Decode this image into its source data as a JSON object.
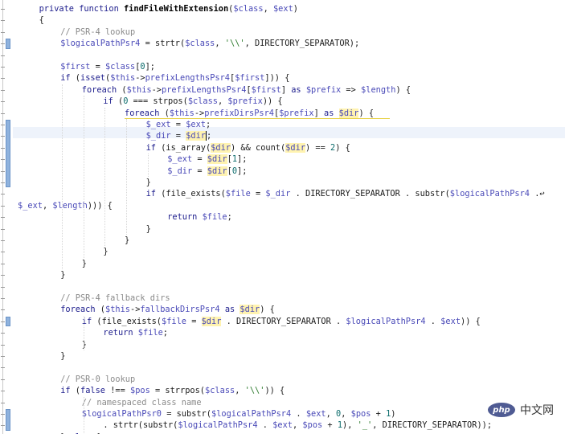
{
  "editor": {
    "lines": [
      {
        "indent": 1,
        "tokens": [
          [
            "kw",
            "private function "
          ],
          [
            "bold",
            "findFileWithExtension"
          ],
          [
            "",
            "("
          ],
          [
            "var",
            "$class"
          ],
          [
            "",
            ", "
          ],
          [
            "var",
            "$ext"
          ],
          [
            "",
            ")"
          ]
        ]
      },
      {
        "indent": 1,
        "tokens": [
          [
            "",
            "{"
          ]
        ]
      },
      {
        "indent": 2,
        "tokens": [
          [
            "cmt",
            "// PSR-4 lookup"
          ]
        ]
      },
      {
        "indent": 2,
        "tokens": [
          [
            "var",
            "$logicalPathPsr4"
          ],
          [
            "",
            " = strtr("
          ],
          [
            "var",
            "$class"
          ],
          [
            "",
            ", "
          ],
          [
            "str",
            "'\\\\'"
          ],
          [
            "",
            ", DIRECTORY_SEPARATOR);"
          ]
        ]
      },
      {
        "indent": 0,
        "tokens": []
      },
      {
        "indent": 2,
        "tokens": [
          [
            "var",
            "$first"
          ],
          [
            "",
            " = "
          ],
          [
            "var",
            "$class"
          ],
          [
            "",
            "["
          ],
          [
            "num",
            "0"
          ],
          [
            "",
            "];"
          ]
        ]
      },
      {
        "indent": 2,
        "tokens": [
          [
            "kw",
            "if"
          ],
          [
            "",
            " ("
          ],
          [
            "kw",
            "isset"
          ],
          [
            "",
            "("
          ],
          [
            "var",
            "$this"
          ],
          [
            "",
            "->"
          ],
          [
            "var",
            "prefixLengthsPsr4"
          ],
          [
            "",
            "["
          ],
          [
            "var",
            "$first"
          ],
          [
            "",
            "])) {"
          ]
        ]
      },
      {
        "indent": 3,
        "tokens": [
          [
            "kw",
            "foreach"
          ],
          [
            "",
            " ("
          ],
          [
            "var",
            "$this"
          ],
          [
            "",
            "->"
          ],
          [
            "var",
            "prefixLengthsPsr4"
          ],
          [
            "",
            "["
          ],
          [
            "var",
            "$first"
          ],
          [
            "",
            "] "
          ],
          [
            "kw",
            "as"
          ],
          [
            "",
            "",
            " "
          ],
          [
            "var",
            "$prefix"
          ],
          [
            "",
            " => "
          ],
          [
            "var",
            "$length"
          ],
          [
            "",
            ") {"
          ]
        ]
      },
      {
        "indent": 4,
        "tokens": [
          [
            "kw",
            "if"
          ],
          [
            "",
            " ("
          ],
          [
            "num",
            "0"
          ],
          [
            "",
            " === strpos("
          ],
          [
            "var",
            "$class"
          ],
          [
            "",
            ", "
          ],
          [
            "var",
            "$prefix"
          ],
          [
            "",
            ")) {"
          ]
        ]
      },
      {
        "indent": 5,
        "tokens": [
          [
            "kw",
            "foreach"
          ],
          [
            "",
            " ("
          ],
          [
            "var",
            "$this"
          ],
          [
            "",
            "->"
          ],
          [
            "var",
            "prefixDirsPsr4"
          ],
          [
            "",
            "["
          ],
          [
            "var",
            "$prefix"
          ],
          [
            "",
            "] "
          ],
          [
            "kw",
            "as"
          ],
          [
            "",
            " "
          ],
          [
            "var hl",
            "$dir"
          ],
          [
            "",
            ") {"
          ]
        ]
      },
      {
        "indent": 6,
        "tokens": [
          [
            "var",
            "$_ext"
          ],
          [
            "",
            " = "
          ],
          [
            "var",
            "$ext"
          ],
          [
            "",
            ";"
          ]
        ]
      },
      {
        "indent": 6,
        "tokens": [
          [
            "var",
            "$_dir"
          ],
          [
            "",
            " = "
          ],
          [
            "var hl",
            "$dir"
          ],
          [
            "cursor",
            ""
          ],
          [
            "",
            ";"
          ]
        ]
      },
      {
        "indent": 6,
        "tokens": [
          [
            "kw",
            "if"
          ],
          [
            "",
            " (is_array("
          ],
          [
            "var hl",
            "$dir"
          ],
          [
            "",
            ") && count("
          ],
          [
            "var hl",
            "$dir"
          ],
          [
            "",
            ") == "
          ],
          [
            "num",
            "2"
          ],
          [
            "",
            ") {"
          ]
        ]
      },
      {
        "indent": 7,
        "tokens": [
          [
            "var",
            "$_ext"
          ],
          [
            "",
            " = "
          ],
          [
            "var hl",
            "$dir"
          ],
          [
            "",
            "["
          ],
          [
            "num",
            "1"
          ],
          [
            "",
            "];"
          ]
        ]
      },
      {
        "indent": 7,
        "tokens": [
          [
            "var",
            "$_dir"
          ],
          [
            "",
            " = "
          ],
          [
            "var hl",
            "$dir"
          ],
          [
            "",
            "["
          ],
          [
            "num",
            "0"
          ],
          [
            "",
            "];"
          ]
        ]
      },
      {
        "indent": 6,
        "tokens": [
          [
            "",
            "}"
          ]
        ]
      },
      {
        "indent": 6,
        "tokens": [
          [
            "kw",
            "if"
          ],
          [
            "",
            " (file_exists("
          ],
          [
            "var",
            "$file"
          ],
          [
            "",
            " = "
          ],
          [
            "var",
            "$_dir"
          ],
          [
            "",
            " . DIRECTORY_SEPARATOR . substr("
          ],
          [
            "var",
            "$logicalPathPsr4"
          ],
          [
            "",
            " .↩"
          ]
        ]
      },
      {
        "indent": 0,
        "tokens": [
          [
            "var",
            "$_ext"
          ],
          [
            "",
            ", "
          ],
          [
            "var",
            "$length"
          ],
          [
            "",
            ")))"
          ],
          [
            "",
            " {"
          ]
        ]
      },
      {
        "indent": 7,
        "tokens": [
          [
            "kw",
            "return"
          ],
          [
            "",
            " "
          ],
          [
            "var",
            "$file"
          ],
          [
            "",
            ";"
          ]
        ]
      },
      {
        "indent": 6,
        "tokens": [
          [
            "",
            "}"
          ]
        ]
      },
      {
        "indent": 5,
        "tokens": [
          [
            "",
            "}"
          ]
        ]
      },
      {
        "indent": 4,
        "tokens": [
          [
            "",
            "}"
          ]
        ]
      },
      {
        "indent": 3,
        "tokens": [
          [
            "",
            "}"
          ]
        ]
      },
      {
        "indent": 2,
        "tokens": [
          [
            "",
            "}"
          ]
        ]
      },
      {
        "indent": 0,
        "tokens": []
      },
      {
        "indent": 2,
        "tokens": [
          [
            "cmt",
            "// PSR-4 fallback dirs"
          ]
        ]
      },
      {
        "indent": 2,
        "tokens": [
          [
            "kw",
            "foreach"
          ],
          [
            "",
            " ("
          ],
          [
            "var",
            "$this"
          ],
          [
            "",
            "->"
          ],
          [
            "var",
            "fallbackDirsPsr4"
          ],
          [
            "",
            " "
          ],
          [
            "kw",
            "as"
          ],
          [
            "",
            " "
          ],
          [
            "var hl",
            "$dir"
          ],
          [
            "",
            ") {"
          ]
        ]
      },
      {
        "indent": 3,
        "tokens": [
          [
            "kw",
            "if"
          ],
          [
            "",
            " (file_exists("
          ],
          [
            "var",
            "$file"
          ],
          [
            "",
            " = "
          ],
          [
            "var hl",
            "$dir"
          ],
          [
            "",
            " . DIRECTORY_SEPARATOR . "
          ],
          [
            "var",
            "$logicalPathPsr4"
          ],
          [
            "",
            " . "
          ],
          [
            "var",
            "$ext"
          ],
          [
            "",
            ")) {"
          ]
        ]
      },
      {
        "indent": 4,
        "tokens": [
          [
            "kw",
            "return"
          ],
          [
            "",
            " "
          ],
          [
            "var",
            "$file"
          ],
          [
            "",
            ";"
          ]
        ]
      },
      {
        "indent": 3,
        "tokens": [
          [
            "",
            "}"
          ]
        ]
      },
      {
        "indent": 2,
        "tokens": [
          [
            "",
            "}"
          ]
        ]
      },
      {
        "indent": 0,
        "tokens": []
      },
      {
        "indent": 2,
        "tokens": [
          [
            "cmt",
            "// PSR-0 lookup"
          ]
        ]
      },
      {
        "indent": 2,
        "tokens": [
          [
            "kw",
            "if"
          ],
          [
            "",
            " ("
          ],
          [
            "kw",
            "false"
          ],
          [
            "",
            " !== "
          ],
          [
            "var",
            "$pos"
          ],
          [
            "",
            " = strrpos("
          ],
          [
            "var",
            "$class"
          ],
          [
            "",
            ", "
          ],
          [
            "str",
            "'\\\\'"
          ],
          [
            "",
            ")) {"
          ]
        ]
      },
      {
        "indent": 3,
        "tokens": [
          [
            "cmt",
            "// namespaced class name"
          ]
        ]
      },
      {
        "indent": 3,
        "tokens": [
          [
            "var",
            "$logicalPathPsr0"
          ],
          [
            "",
            " = substr("
          ],
          [
            "var",
            "$logicalPathPsr4"
          ],
          [
            "",
            " . "
          ],
          [
            "var",
            "$ext"
          ],
          [
            "",
            ", "
          ],
          [
            "num",
            "0"
          ],
          [
            "",
            ", "
          ],
          [
            "var",
            "$pos"
          ],
          [
            "",
            " + "
          ],
          [
            "num",
            "1"
          ],
          [
            "",
            ")"
          ]
        ]
      },
      {
        "indent": 4,
        "tokens": [
          [
            "",
            ". strtr(substr("
          ],
          [
            "var",
            "$logicalPathPsr4"
          ],
          [
            "",
            " . "
          ],
          [
            "var",
            "$ext"
          ],
          [
            "",
            ", "
          ],
          [
            "var",
            "$pos"
          ],
          [
            "",
            " + "
          ],
          [
            "num",
            "1"
          ],
          [
            "",
            "), "
          ],
          [
            "str",
            "'_'"
          ],
          [
            "",
            ", DIRECTORY_SEPARATOR));"
          ]
        ]
      },
      {
        "indent": 2,
        "tokens": [
          [
            "",
            "} "
          ],
          [
            "kw",
            "else"
          ],
          [
            "",
            " {"
          ]
        ]
      }
    ]
  },
  "watermark": {
    "logo_text": "php",
    "text": "中文网"
  },
  "colors": {
    "keyword": "#1c1c8c",
    "variable": "#4a4ab8",
    "string": "#2b7a2b",
    "comment": "#8a8a8a",
    "highlight": "#fff3b0",
    "gutter_marker": "#8fb2dd"
  }
}
